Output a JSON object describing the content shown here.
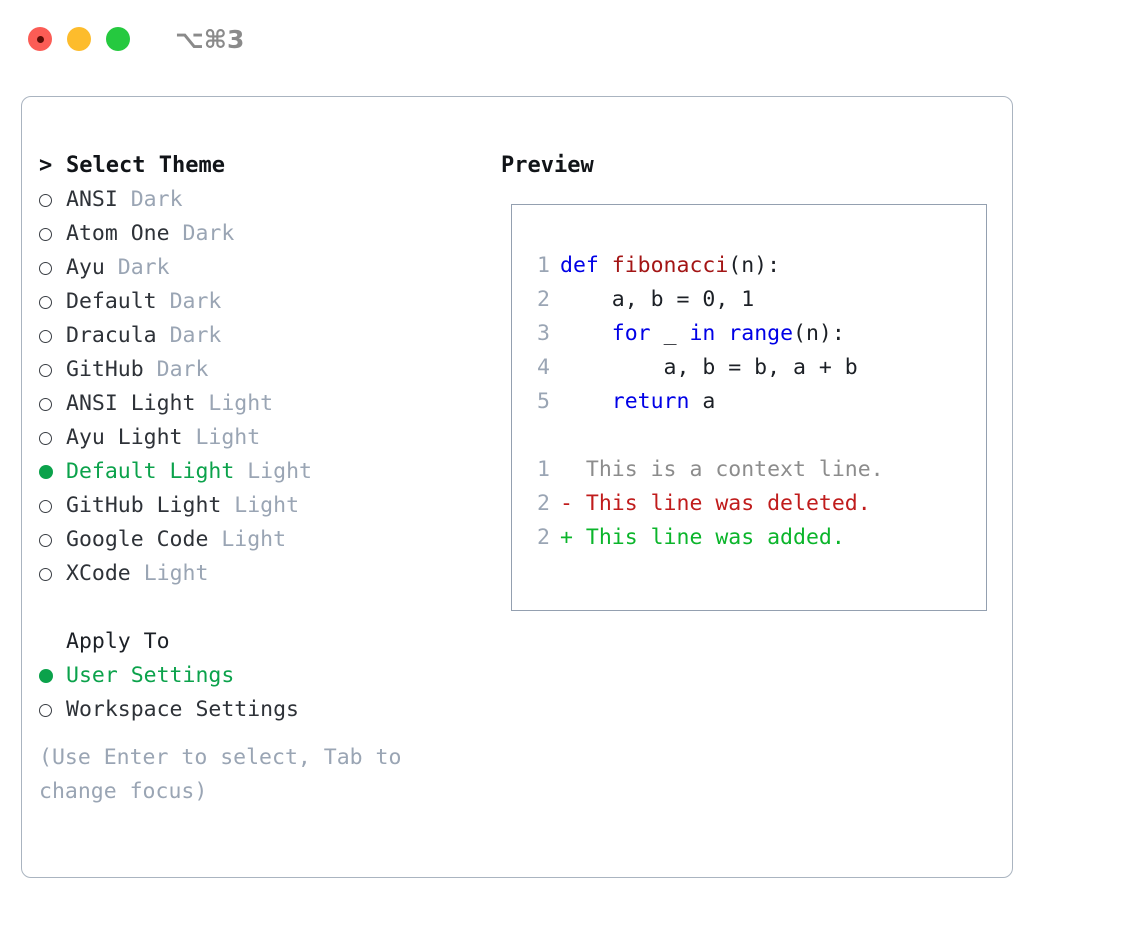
{
  "window": {
    "traffic_lights": [
      {
        "name": "close",
        "color": "#fb5c55"
      },
      {
        "name": "minimize",
        "color": "#fdbc2c"
      },
      {
        "name": "zoom",
        "color": "#25c93f"
      }
    ],
    "shortcut": "⌥⌘3"
  },
  "theme_picker": {
    "header": {
      "caret": ">",
      "title": "Select Theme"
    },
    "items": [
      {
        "marker": "circle-empty",
        "label": "ANSI",
        "suffix": "Dark",
        "selected": false
      },
      {
        "marker": "circle-empty",
        "label": "Atom One",
        "suffix": "Dark",
        "selected": false
      },
      {
        "marker": "circle-empty",
        "label": "Ayu",
        "suffix": "Dark",
        "selected": false
      },
      {
        "marker": "circle-empty",
        "label": "Default",
        "suffix": "Dark",
        "selected": false
      },
      {
        "marker": "circle-empty",
        "label": "Dracula",
        "suffix": "Dark",
        "selected": false
      },
      {
        "marker": "circle-empty",
        "label": "GitHub",
        "suffix": "Dark",
        "selected": false
      },
      {
        "marker": "circle-empty",
        "label": "ANSI Light",
        "suffix": "Light",
        "selected": false
      },
      {
        "marker": "circle-empty",
        "label": "Ayu Light",
        "suffix": "Light",
        "selected": false
      },
      {
        "marker": "circle-filled",
        "label": "Default Light",
        "suffix": "Light",
        "selected": true
      },
      {
        "marker": "circle-empty",
        "label": "GitHub Light",
        "suffix": "Light",
        "selected": false
      },
      {
        "marker": "circle-empty",
        "label": "Google Code",
        "suffix": "Light",
        "selected": false
      },
      {
        "marker": "circle-empty",
        "label": "XCode",
        "suffix": "Light",
        "selected": false
      }
    ]
  },
  "apply_to": {
    "title": "Apply To",
    "options": [
      {
        "marker": "circle-filled",
        "label": "User Settings",
        "selected": true
      },
      {
        "marker": "circle-empty",
        "label": "Workspace Settings",
        "selected": false
      }
    ]
  },
  "hint": "(Use Enter to select, Tab to change focus)",
  "preview": {
    "title": "Preview",
    "code_lines": [
      {
        "number": "1",
        "tokens": [
          {
            "text": "def ",
            "style": "kw"
          },
          {
            "text": "fibonacci",
            "style": "fn"
          },
          {
            "text": "(n):",
            "style": "plain"
          }
        ]
      },
      {
        "number": "2",
        "tokens": [
          {
            "text": "    a, b = 0, 1",
            "style": "plain"
          }
        ]
      },
      {
        "number": "3",
        "tokens": [
          {
            "text": "    ",
            "style": "plain"
          },
          {
            "text": "for",
            "style": "kw"
          },
          {
            "text": " _ ",
            "style": "plain"
          },
          {
            "text": "in",
            "style": "kw"
          },
          {
            "text": " ",
            "style": "plain"
          },
          {
            "text": "range",
            "style": "kw"
          },
          {
            "text": "(n):",
            "style": "plain"
          }
        ]
      },
      {
        "number": "4",
        "tokens": [
          {
            "text": "        a, b = b, a + b",
            "style": "plain"
          }
        ]
      },
      {
        "number": "5",
        "tokens": [
          {
            "text": "    ",
            "style": "plain"
          },
          {
            "text": "return",
            "style": "kw"
          },
          {
            "text": " a",
            "style": "plain"
          }
        ]
      }
    ],
    "diff_lines": [
      {
        "number": "1",
        "sign": " ",
        "text": " This is a context line.",
        "style": "ctx"
      },
      {
        "number": "2",
        "sign": "-",
        "text": " This line was deleted.",
        "style": "del"
      },
      {
        "number": "2",
        "sign": "+",
        "text": " This line was added.",
        "style": "add"
      }
    ]
  },
  "colors": {
    "accent_green": "#0ba24b",
    "muted": "#9aa5b4",
    "keyword": "#0000e6",
    "function": "#a31515",
    "deleted": "#c01c1c",
    "added": "#0bb52b",
    "border": "#aab4c0"
  }
}
